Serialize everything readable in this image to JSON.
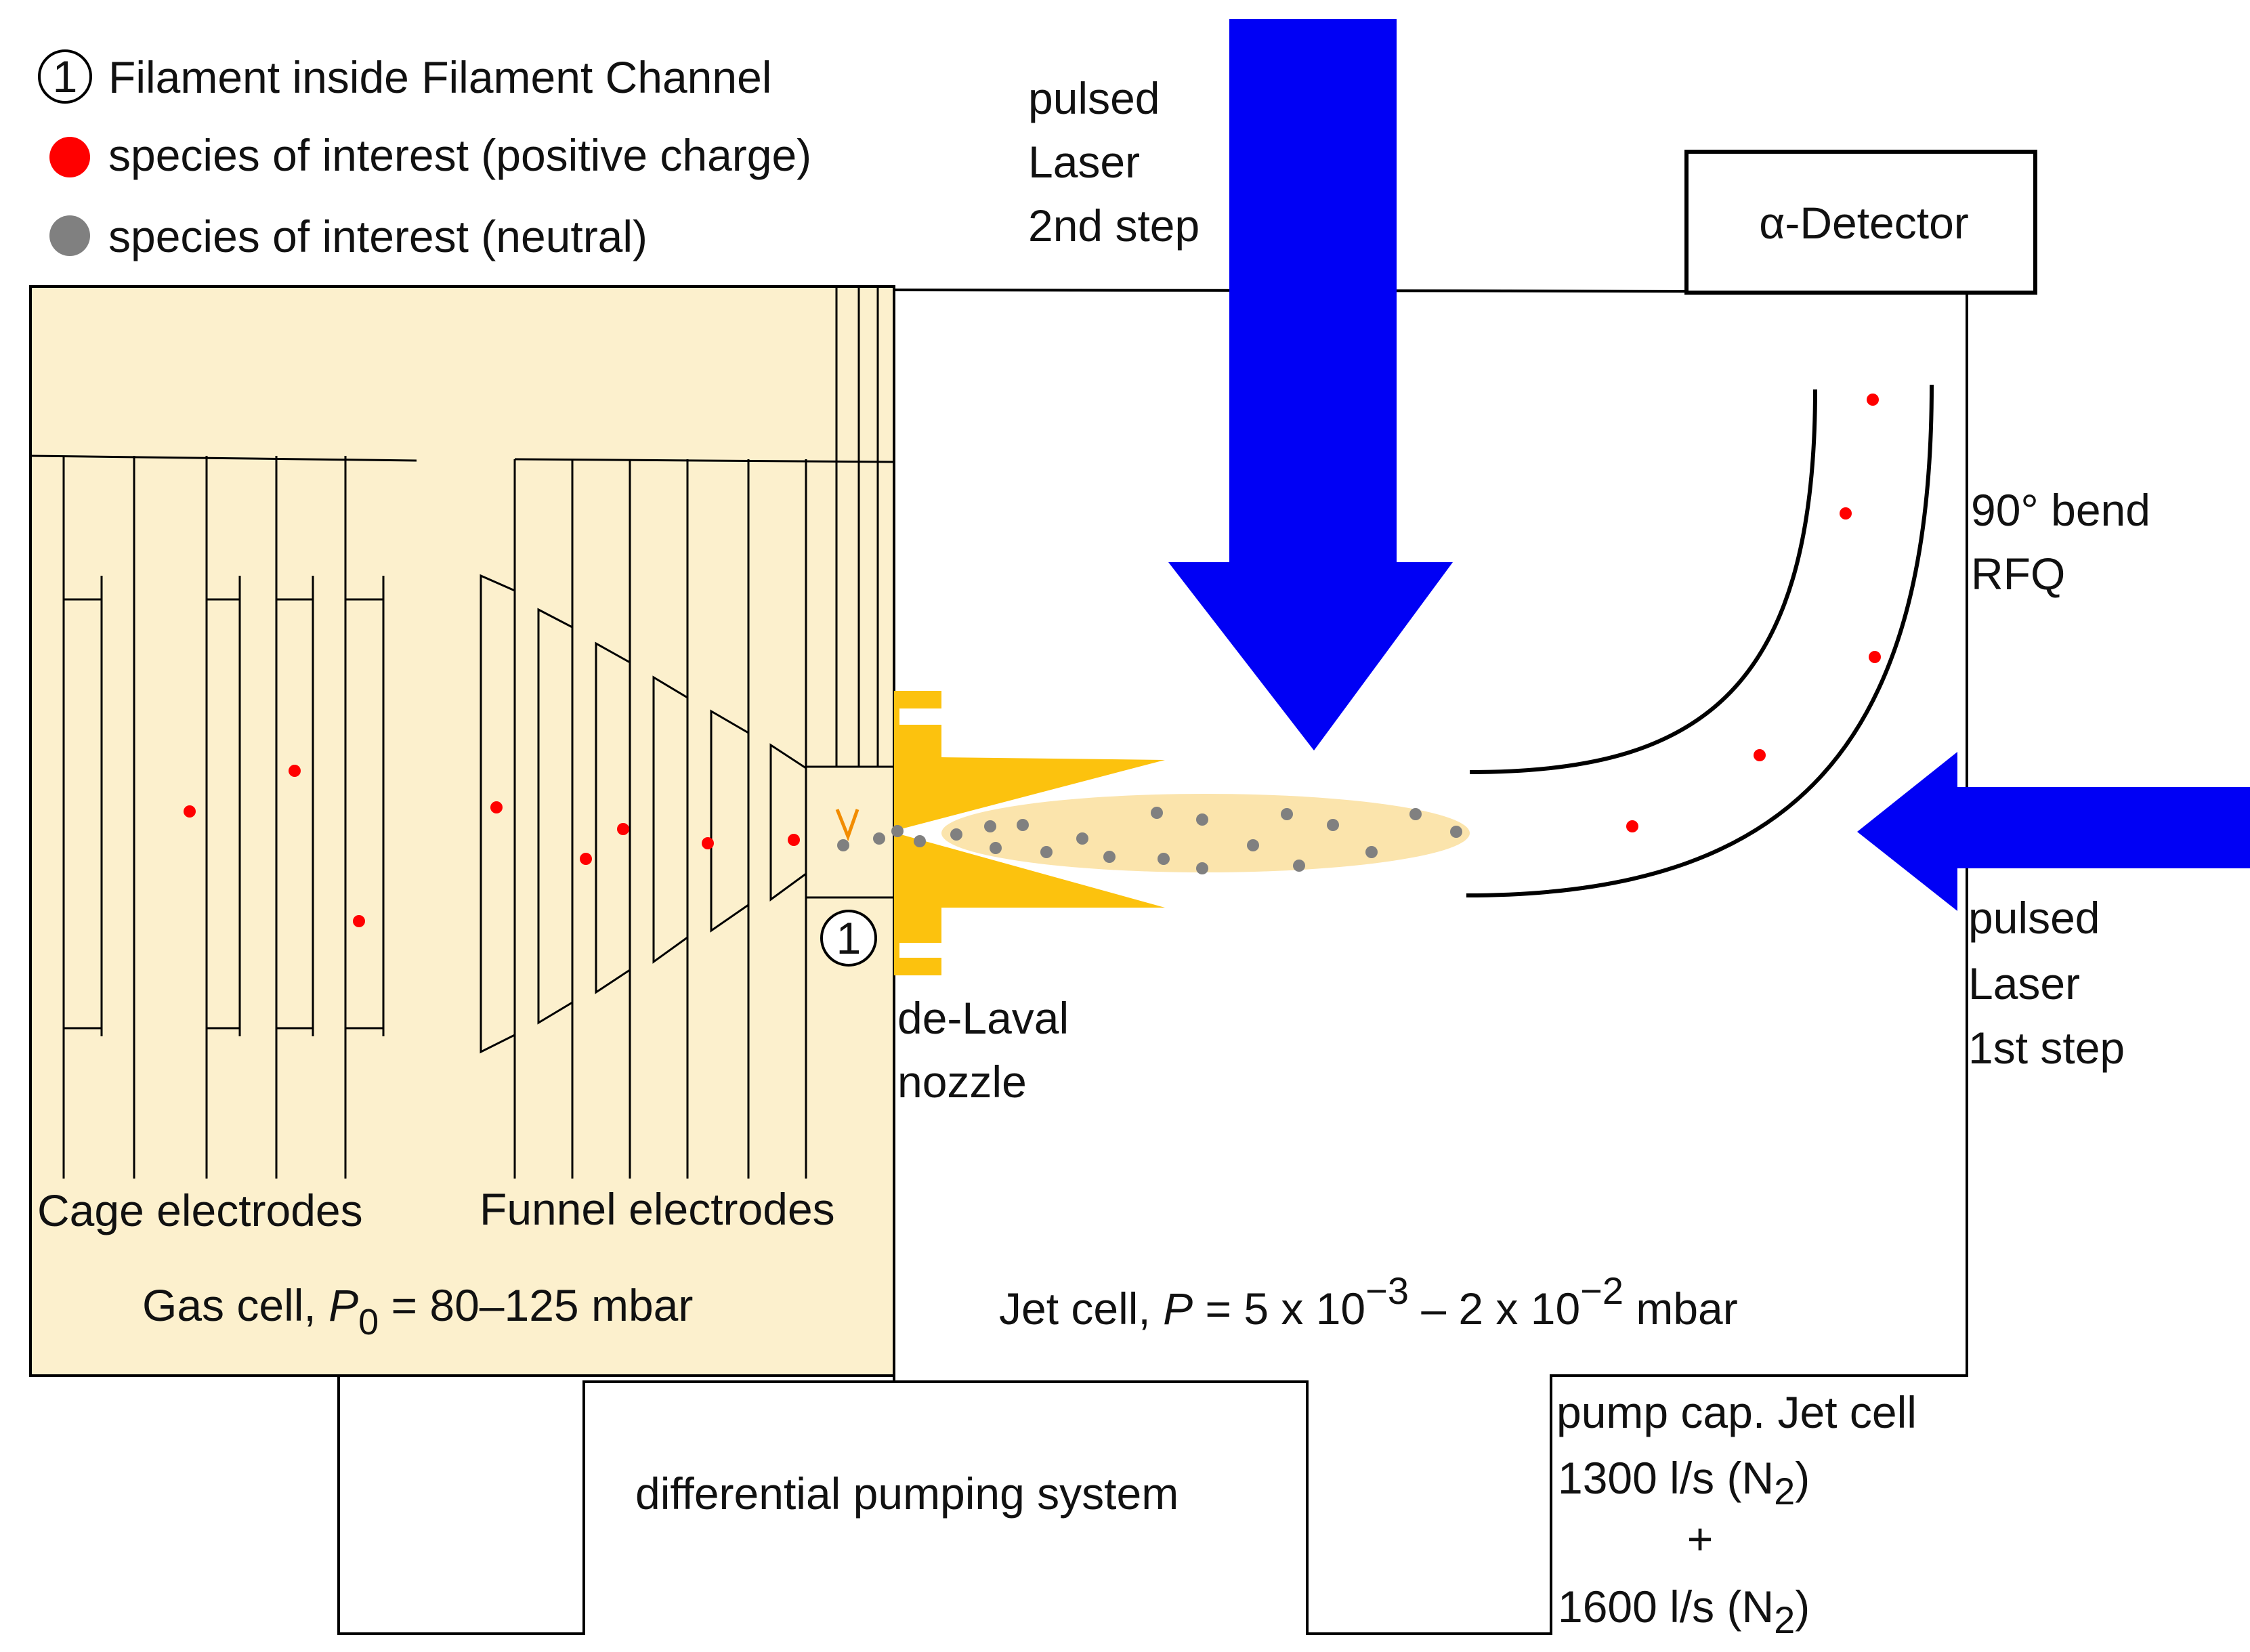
{
  "legend": {
    "filament_marker": "1",
    "filament_text": "Filament inside Filament Channel",
    "charged_text": "species of interest (positive charge)",
    "neutral_text": "species of interest (neutral)"
  },
  "labels": {
    "laser2_line1": "pulsed",
    "laser2_line2": "Laser",
    "laser2_line3": "2nd step",
    "detector": "α-Detector",
    "rfq_line1": "90° bend",
    "rfq_line2": "RFQ",
    "laser1_line1": "pulsed",
    "laser1_line2": "Laser",
    "laser1_line3": "1st step",
    "nozzle_line1": "de-Laval",
    "nozzle_line2": "nozzle",
    "cage": "Cage electrodes",
    "funnel": "Funnel electrodes",
    "filament_marker": "1",
    "gas_cell_prefix": "Gas cell, ",
    "gas_cell_p": "P",
    "gas_cell_sub": "0",
    "gas_cell_suffix": " = 80–125 mbar",
    "jet_prefix": "Jet cell, ",
    "jet_p": "P",
    "jet_mid1": " = 5 x 10",
    "jet_exp1": "−3",
    "jet_mid2": " – 2 x 10",
    "jet_exp2": "−2",
    "jet_suffix": " mbar",
    "differential": "differential pumping system",
    "pump_line1": "pump cap. Jet cell",
    "pump_line2_a": "1300 l/s (N",
    "pump_line2_sub": "2",
    "pump_line2_b": ")",
    "pump_plus": "+",
    "pump_line3_a": "1600 l/s (N",
    "pump_line3_sub": "2",
    "pump_line3_b": ")"
  },
  "colors": {
    "gas_cell_fill": "#FCF0CD",
    "laser_arrow": "#0000F5",
    "nozzle": "#FCC20E",
    "jet_plume": "#FBE4AC",
    "charged_species": "#FF0000",
    "neutral_species": "#808080"
  }
}
